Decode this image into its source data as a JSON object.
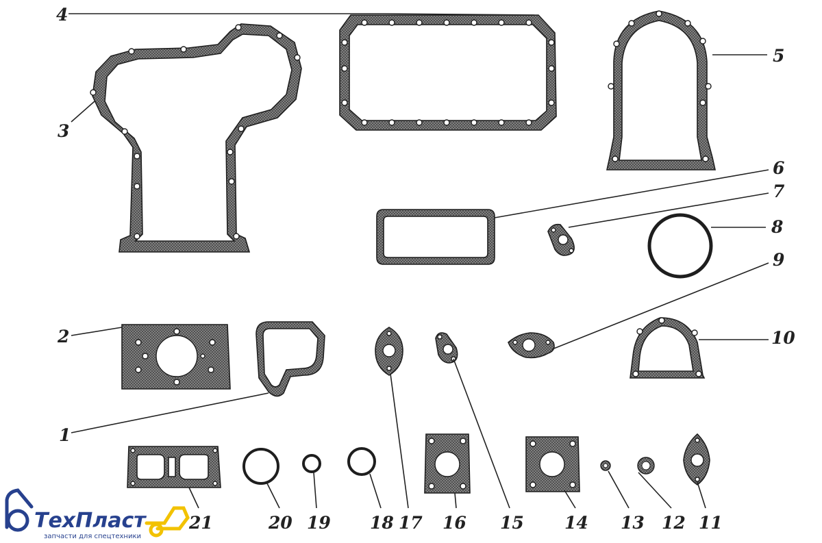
{
  "labels": {
    "l1": "1",
    "l2": "2",
    "l3": "3",
    "l4": "4",
    "l5": "5",
    "l6": "6",
    "l7": "7",
    "l8": "8",
    "l9": "9",
    "l10": "10",
    "l11": "11",
    "l12": "12",
    "l13": "13",
    "l14": "14",
    "l15": "15",
    "l16": "16",
    "l17": "17",
    "l18": "18",
    "l19": "19",
    "l20": "20",
    "l21": "21"
  },
  "logo": {
    "name": "ТехПласт",
    "tagline": "запчасти для спецтехники"
  },
  "colors": {
    "line": "#1e1e1e",
    "logo_blue": "#27418e",
    "logo_yellow": "#f2c200"
  }
}
